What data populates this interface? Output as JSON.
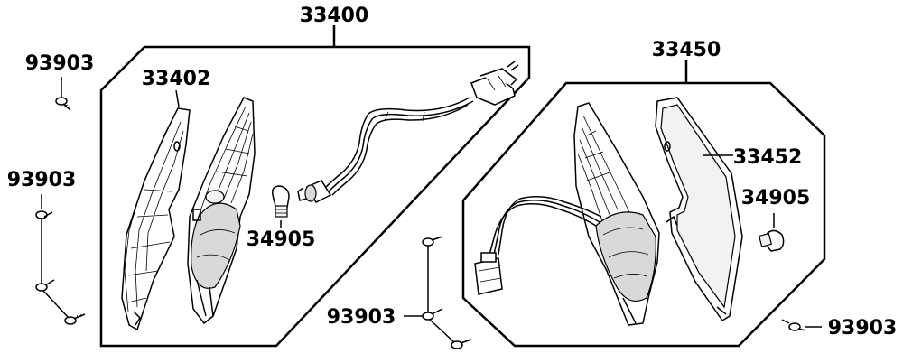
{
  "parts": {
    "lamp_assy_left": "33400",
    "lens_left": "33402",
    "bulb_left": "34905",
    "lamp_assy_right": "33450",
    "lens_right": "33452",
    "bulb_right": "34905",
    "screw_top_left": "93903",
    "screw_mid_left": "93903",
    "screw_center": "93903",
    "screw_right": "93903"
  }
}
